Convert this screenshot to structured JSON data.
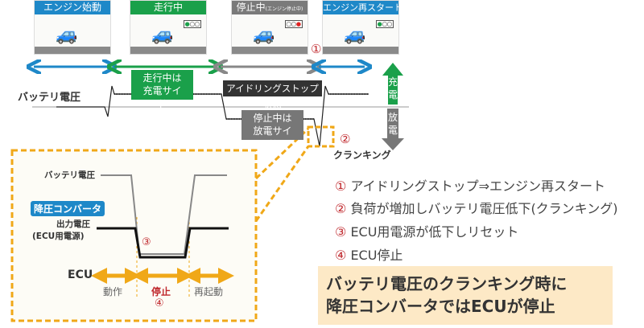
{
  "phases": [
    {
      "title": "エンジン始動",
      "color": "#1e88c8"
    },
    {
      "title": "走行中",
      "color": "#1aa04a",
      "signal": "green"
    },
    {
      "title": "停止中",
      "sub": "(エンジン停止中)",
      "color": "#7a7a7a",
      "signal": "red"
    },
    {
      "title": "エンジン再スタート",
      "color": "#1e88c8",
      "signal": "green"
    }
  ],
  "battery_label": "バッテリ電圧",
  "charge_box": "走行中は充電サイド",
  "idle_box": "アイドリングストップ状態",
  "discharge_box": "停止中は放電サイド",
  "marker1": "①",
  "marker2": "②",
  "cranking": "クランキング",
  "charge": "充電",
  "discharge": "放電",
  "inset": {
    "battery": "バッテリ電圧",
    "converter": "降圧コンバータ",
    "output": "出力電圧",
    "output_sub": "(ECU用電源)",
    "ecu": "ECU",
    "running": "動作",
    "stopped": "停止",
    "restart": "再起動",
    "m3": "③",
    "m4": "④"
  },
  "list": [
    {
      "n": "①",
      "t": "アイドリングストップ⇒エンジン再スタート"
    },
    {
      "n": "②",
      "t": "負荷が増加しバッテリ電圧低下(クランキング)"
    },
    {
      "n": "③",
      "t": "ECU用電源が低下しリセット"
    },
    {
      "n": "④",
      "t": "ECU停止"
    }
  ],
  "conclusion": [
    "バッテリ電圧のクランキング時に",
    "降圧コンバータではECUが停止"
  ]
}
